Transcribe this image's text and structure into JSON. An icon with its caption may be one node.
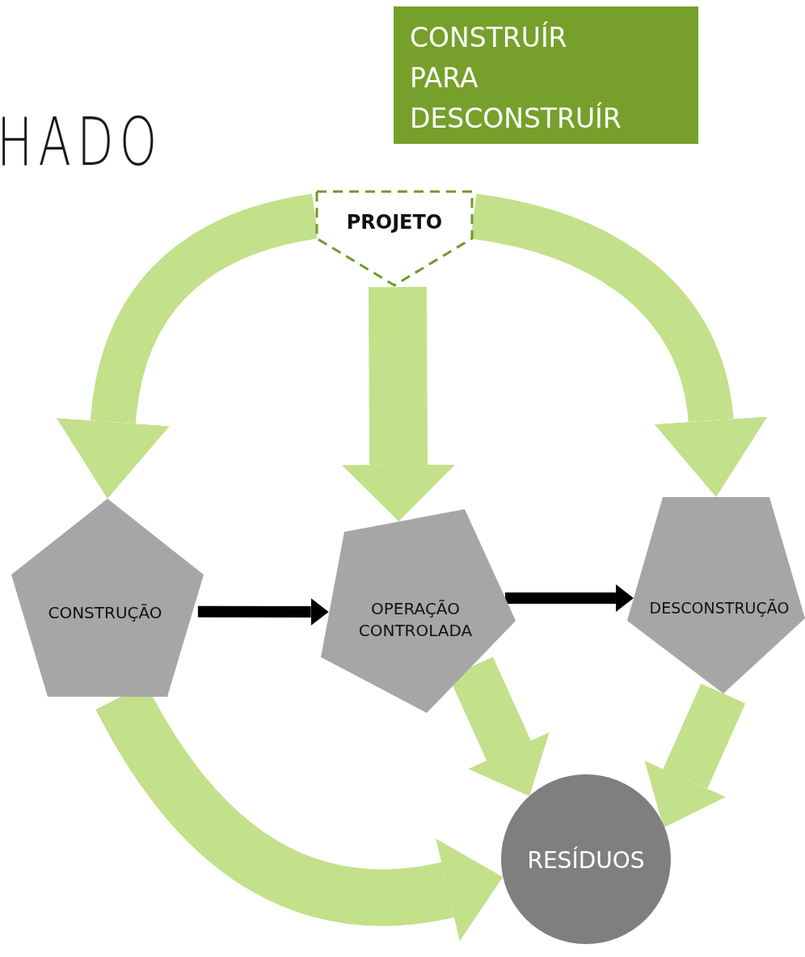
{
  "diagram": {
    "title": "HADO",
    "nodes": [
      {
        "text": [
          "CONSTRUÍR PARA DESCONSTRUÍR"
        ]
      },
      {
        "text": [
          "PROJETO"
        ]
      },
      {
        "text": [
          "CONSTRUÇÃO"
        ]
      },
      {
        "text": [
          "OPERAÇÃO CONTROLADA"
        ]
      },
      {
        "text": [
          "DESCONSTRUÇÃO"
        ]
      },
      {
        "text": [
          "RESÍDUOS"
        ]
      }
    ],
    "edges": [
      {
        "from": 1,
        "to": 2,
        "arrow": "to"
      },
      {
        "from": 1,
        "to": 3,
        "arrow": "to"
      },
      {
        "from": 1,
        "to": 4,
        "arrow": "to"
      },
      {
        "from": 2,
        "to": 3,
        "arrow": "to",
        "color": "#000000"
      },
      {
        "from": 3,
        "to": 4,
        "arrow": "to",
        "color": "#000000"
      },
      {
        "from": 3,
        "to": 5,
        "arrow": "to"
      },
      {
        "from": 4,
        "to": 5,
        "arrow": "to"
      },
      {
        "from": 2,
        "to": 5,
        "arrow": "to"
      }
    ]
  }
}
